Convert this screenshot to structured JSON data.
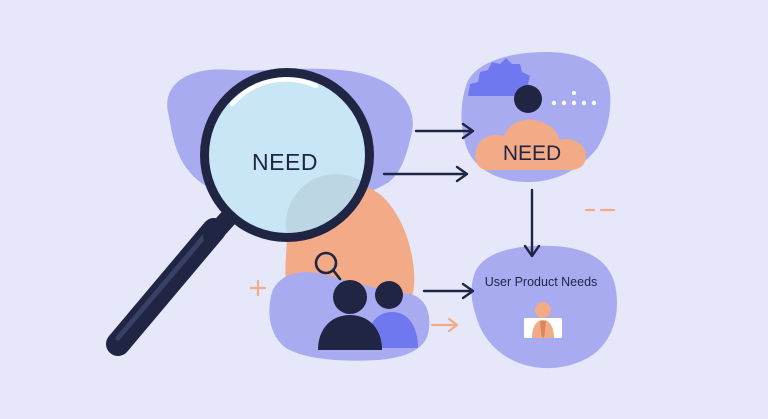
{
  "magnifier": {
    "lens_label": "NEED"
  },
  "need_cloud": {
    "label": "NEED"
  },
  "target": {
    "label": "User Product Needs"
  },
  "colors": {
    "background": "#e6e7f8",
    "blob_blue": "#a9abf1",
    "blob_orange": "#f2ab86",
    "dark": "#1f2543",
    "lens": "#c9e6f7",
    "accent_blue": "#6f78ee"
  },
  "icons": [
    "magnifier-icon",
    "gear-icon",
    "people-icon",
    "user-avatar-icon",
    "small-search-icon"
  ]
}
